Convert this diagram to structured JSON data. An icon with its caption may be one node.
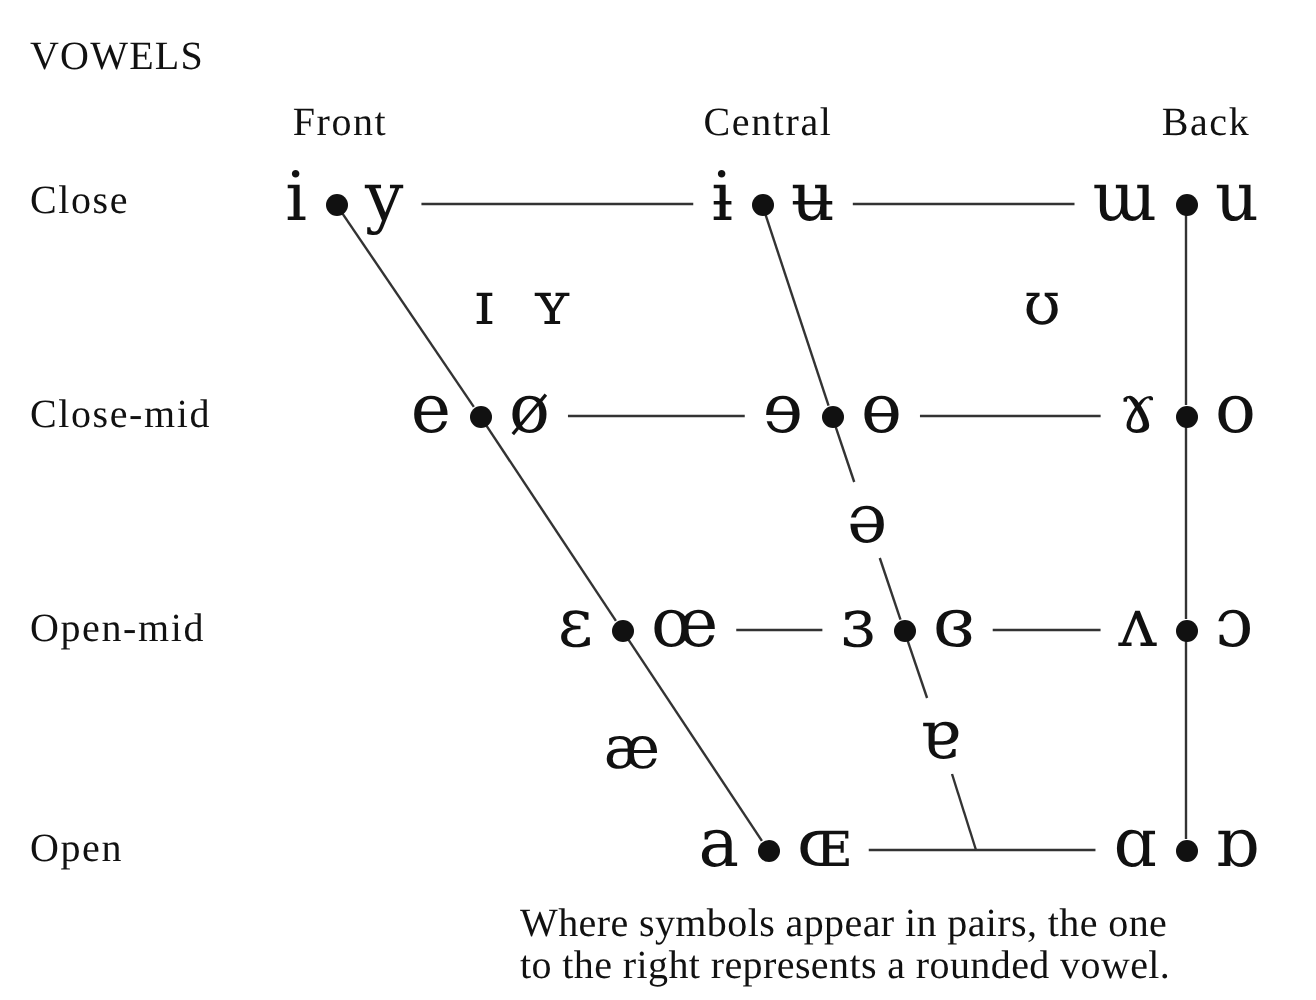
{
  "diagram": {
    "title": "VOWELS",
    "caption": "Where symbols appear in pairs, the one to the right represents a rounded vowel.",
    "nodes": [
      {
        "text": [
          "i",
          "y"
        ]
      },
      {
        "text": [],
        "shape": "circle",
        "in": 0
      },
      {
        "text": [
          "ɨ",
          "ʉ"
        ]
      },
      {
        "text": [],
        "shape": "circle",
        "in": 2
      },
      {
        "text": [
          "ɯ",
          "u"
        ]
      },
      {
        "text": [],
        "shape": "circle",
        "in": 4
      },
      {
        "text": [
          "e",
          "ø"
        ]
      },
      {
        "text": [],
        "shape": "circle",
        "in": 6
      },
      {
        "text": [
          "ɘ",
          "ɵ"
        ]
      },
      {
        "text": [],
        "shape": "circle",
        "in": 8
      },
      {
        "text": [
          "ɤ",
          "o"
        ]
      },
      {
        "text": [],
        "shape": "circle",
        "in": 10
      },
      {
        "text": [
          "ə"
        ]
      },
      {
        "text": [
          "ɛ",
          "œ"
        ]
      },
      {
        "text": [],
        "shape": "circle",
        "in": 13
      },
      {
        "text": [
          "ɜ",
          "ɞ"
        ]
      },
      {
        "text": [],
        "shape": "circle",
        "in": 15
      },
      {
        "text": [
          "ʌ",
          "ɔ"
        ]
      },
      {
        "text": [],
        "shape": "circle",
        "in": 17
      },
      {
        "text": [
          "ɐ"
        ]
      },
      {
        "text": [
          "a",
          "ɶ"
        ]
      },
      {
        "text": [],
        "shape": "circle",
        "in": 20
      },
      {
        "text": [
          "ɑ",
          "ɒ"
        ]
      },
      {
        "text": [],
        "shape": "circle",
        "in": 22
      }
    ],
    "edges": [
      {
        "from": 0,
        "to": 2,
        "arrow": "none"
      },
      {
        "from": 2,
        "to": 4,
        "arrow": "none"
      },
      {
        "from": 6,
        "to": 8,
        "arrow": "none"
      },
      {
        "from": 8,
        "to": 10,
        "arrow": "none"
      },
      {
        "from": 13,
        "to": 15,
        "arrow": "none"
      },
      {
        "from": 15,
        "to": 17,
        "arrow": "none"
      },
      {
        "from": 20,
        "to": 22,
        "arrow": "none"
      },
      {
        "from": 1,
        "to": 7,
        "arrow": "none"
      },
      {
        "from": 7,
        "to": 14,
        "arrow": "none"
      },
      {
        "from": 14,
        "to": 21,
        "arrow": "none"
      },
      {
        "from": 3,
        "to": 9,
        "arrow": "none"
      },
      {
        "from": 9,
        "to": 12,
        "arrow": "none"
      },
      {
        "from": 12,
        "to": 16,
        "arrow": "none"
      },
      {
        "from": 16,
        "to": 19,
        "arrow": "none"
      },
      {
        "from": 19,
        "to": null,
        "arrow": "none"
      },
      {
        "from": 5,
        "to": 11,
        "arrow": "none"
      },
      {
        "from": 11,
        "to": 18,
        "arrow": "none"
      },
      {
        "from": 18,
        "to": 23,
        "arrow": "none"
      }
    ],
    "labels": [
      "Front",
      "Central",
      "Back",
      "Close",
      "ɪ",
      "ʏ",
      "ʊ",
      "Close-mid",
      "Open-mid",
      "æ",
      "Open"
    ]
  }
}
